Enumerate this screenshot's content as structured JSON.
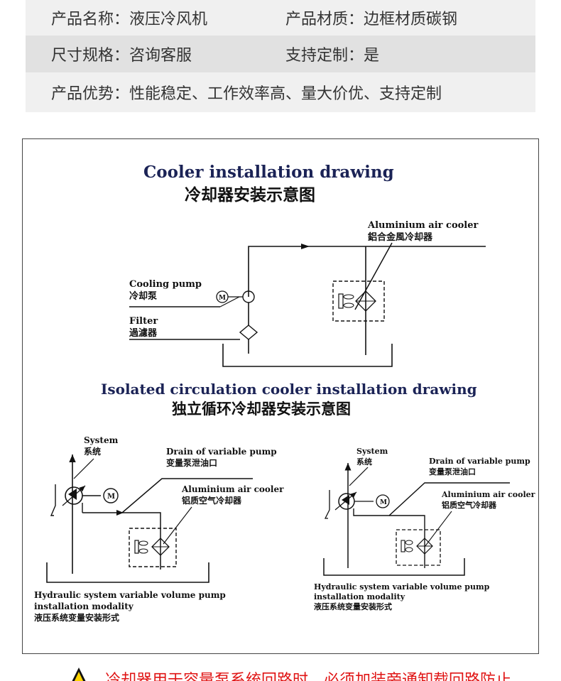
{
  "specs": {
    "name_label": "产品名称：",
    "name_value": "液压冷风机",
    "material_label": "产品材质：",
    "material_value": "边框材质碳钢",
    "size_label": "尺寸规格：",
    "size_value": "咨询客服",
    "custom_label": "支持定制：",
    "custom_value": "是",
    "advantage_label": "产品优势：",
    "advantage_value": "性能稳定、工作效率高、量大价优、支持定制"
  },
  "diagram": {
    "title1_en": "Cooler installation drawing",
    "title1_cn": "冷却器安装示意图",
    "aluminium_en": "Aluminium air cooler",
    "aluminium_cn": "鋁合金風冷却器",
    "pump_en": "Cooling pump",
    "pump_cn": "冷却泵",
    "filter_en": "Filter",
    "filter_cn": "過濾器",
    "title2_en": "Isolated circulation cooler installation drawing",
    "title2_cn": "独立循环冷却器安装示意图",
    "system_en": "System",
    "system_cn": "系统",
    "drain_en": "Drain of variable pump",
    "drain_cn": "变量泵泄油口",
    "aluminium2_en": "Aluminium air cooler",
    "aluminium2_cn": "铝质空气冷却器",
    "motor_label": "M",
    "hyd_en1": "Hydraulic system variable volume pump",
    "hyd_en2": "installation modality",
    "hyd_cn": "液压系统变量安装形式"
  },
  "warning": {
    "text": "冷却器用于容量泵系统回路时，必须加装旁通卸载回路防止"
  },
  "colors": {
    "title": "#1b2356",
    "warning": "#e01414",
    "row_light": "#f0f0f0",
    "row_dark": "#e1e1e1"
  }
}
